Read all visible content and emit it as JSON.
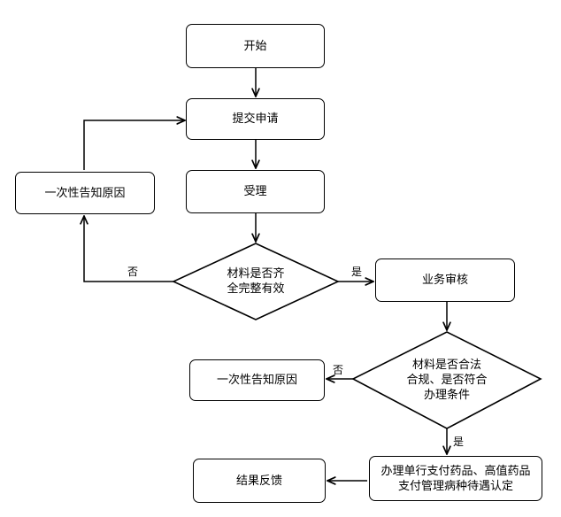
{
  "nodes": {
    "start": "开始",
    "submit": "提交申请",
    "accept": "受理",
    "notify1": "一次性告知原因",
    "check1": [
      "材料是否齐",
      "全完整有效"
    ],
    "review": "业务审核",
    "check2": [
      "材料是否合法",
      "合规、是否符合",
      "办理条件"
    ],
    "notify2": "一次性告知原因",
    "handle": [
      "办理单行支付药品、高值药品",
      "支付管理病种待遇认定"
    ],
    "feedback": "结果反馈"
  },
  "labels": {
    "no1": "否",
    "yes1": "是",
    "no2": "否",
    "yes2": "是"
  }
}
